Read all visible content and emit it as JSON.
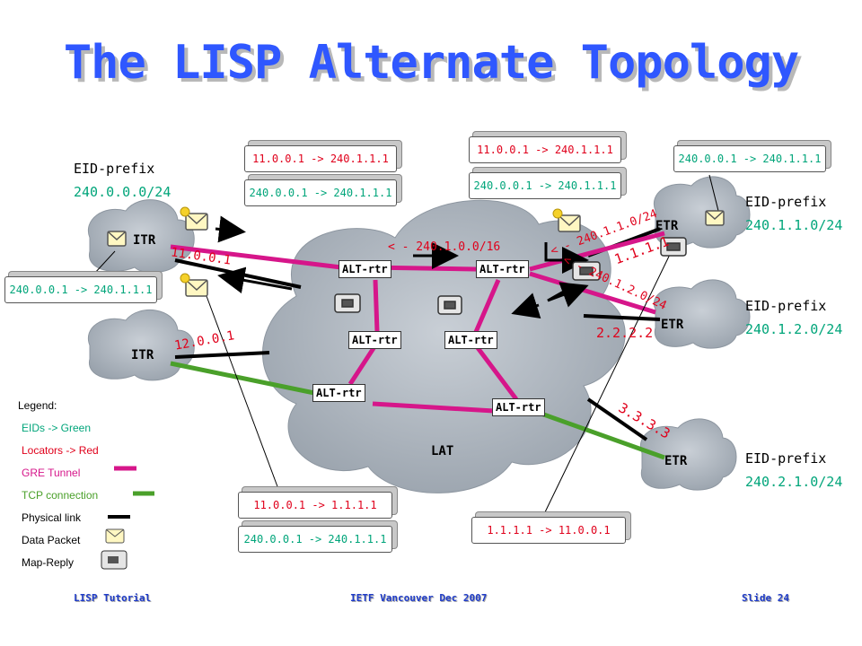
{
  "title": "The LISP Alternate Topology",
  "boxes": {
    "itr_in_top": "11.0.0.1 -> 240.1.1.1",
    "itr_in_bottom": "240.0.0.1 -> 240.1.1.1",
    "itr_left": "240.0.0.1 -> 240.1.1.1",
    "mid_top": "11.0.0.1 -> 240.1.1.1",
    "mid_bottom": "240.0.0.1 -> 240.1.1.1",
    "etr_right": "240.0.0.1 -> 240.1.1.1",
    "enc_top": "11.0.0.1 -> 1.1.1.1",
    "enc_bottom": "240.0.0.1 -> 240.1.1.1",
    "reply": "1.1.1.1 -> 11.0.0.1"
  },
  "eid": {
    "left": {
      "label": "EID-prefix",
      "value": "240.0.0.0/24"
    },
    "r1": {
      "label": "EID-prefix",
      "value": "240.1.1.0/24"
    },
    "r2": {
      "label": "EID-prefix",
      "value": "240.1.2.0/24"
    },
    "r3": {
      "label": "EID-prefix",
      "value": "240.2.1.0/24"
    }
  },
  "devices": {
    "itr": "ITR",
    "etr": "ETR",
    "alt": "ALT-rtr",
    "lat": "LAT"
  },
  "locators": {
    "itr1": "11.0.0.1",
    "itr2": "12.0.0.1",
    "etr1": "1.1.1.1",
    "etr2": "2.2.2.2",
    "etr3": "3.3.3.3"
  },
  "routes": {
    "alt_left": "< - 240.1.0.0/16",
    "etr1_prefix": "< - 240.1.1.0/24",
    "etr2_prefix": "< - 240.1.2.0/24"
  },
  "legend": {
    "title": "Legend:",
    "eids": "EIDs -> Green",
    "locators": "Locators -> Red",
    "gre": "GRE Tunnel",
    "tcp": "TCP connection",
    "physical": "Physical link",
    "data": "Data Packet",
    "reply": "Map-Reply"
  },
  "colors": {
    "title": "#2f57ff",
    "gre": "#d6168a",
    "tcp": "#4aa02a",
    "locator": "#e0001b",
    "eid": "#00a57a",
    "cloud": "#aab3bd"
  },
  "footer": {
    "left": "LISP Tutorial",
    "center": "IETF Vancouver Dec 2007",
    "right": "Slide 24"
  }
}
